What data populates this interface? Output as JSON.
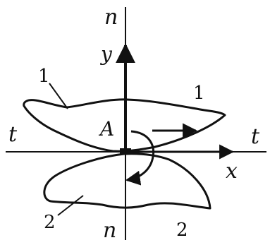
{
  "diagram": {
    "axis_labels": {
      "n_top": "n",
      "n_bottom": "n",
      "y": "y",
      "x": "x",
      "t_left": "t",
      "t_right": "t"
    },
    "point_label": "A",
    "body_labels": {
      "body1_pointer": "1",
      "body1_inside": "1",
      "body2_pointer": "2",
      "body2_inside": "2"
    },
    "colors": {
      "ink": "#111111",
      "background": "#ffffff"
    }
  }
}
